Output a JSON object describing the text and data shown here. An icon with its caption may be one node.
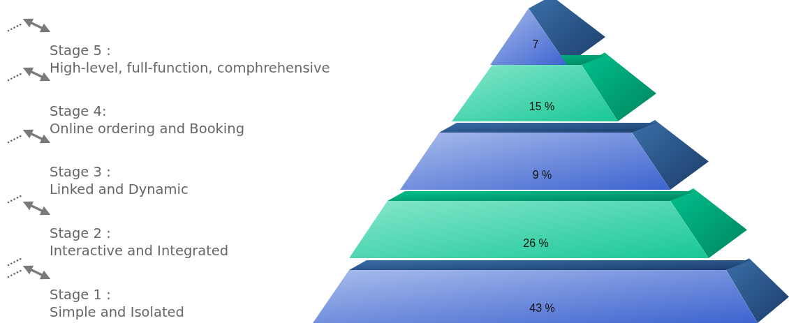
{
  "diagram": {
    "nodes": [
      {
        "text": [
          "7"
        ]
      },
      {
        "text": [
          "15 %"
        ]
      },
      {
        "text": [
          "9 %"
        ]
      },
      {
        "text": [
          "26 %"
        ]
      },
      {
        "text": [
          "43 %"
        ]
      }
    ],
    "labels": [
      "Stage 5 :",
      "High-level, full-function, comphrehensive",
      "Stage 4:",
      "Online ordering and Booking",
      "Stage 3 :",
      "Linked and Dynamic",
      "Stage 2 :",
      "Interactive and Integrated",
      "Stage 1 :",
      "Simple and Isolated"
    ]
  }
}
